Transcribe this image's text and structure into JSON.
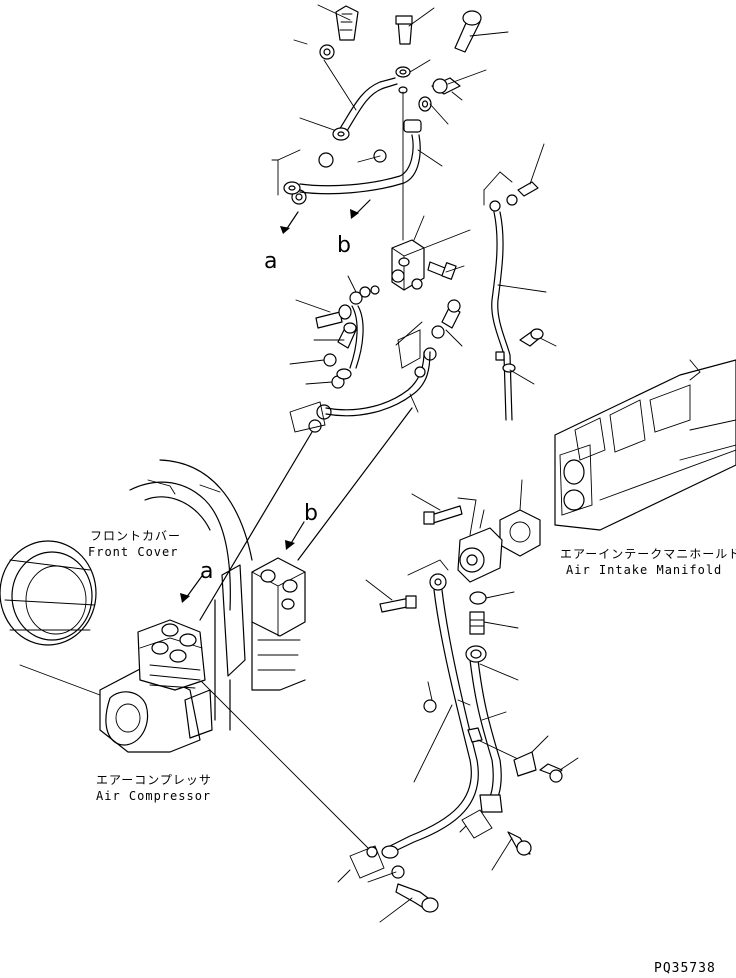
{
  "labels": {
    "front_cover_jp": "フロントカバー",
    "front_cover_en": "Front Cover",
    "air_compressor_jp": "エアーコンプレッサ",
    "air_compressor_en": "Air Compressor",
    "air_intake_manifold_jp": "エアーインテークマニホールド",
    "air_intake_manifold_en": "Air Intake Manifold"
  },
  "callouts": {
    "a_upper": "a",
    "b_upper": "b",
    "a_lower": "a",
    "b_lower": "b"
  },
  "drawing_code": "PQ35738"
}
